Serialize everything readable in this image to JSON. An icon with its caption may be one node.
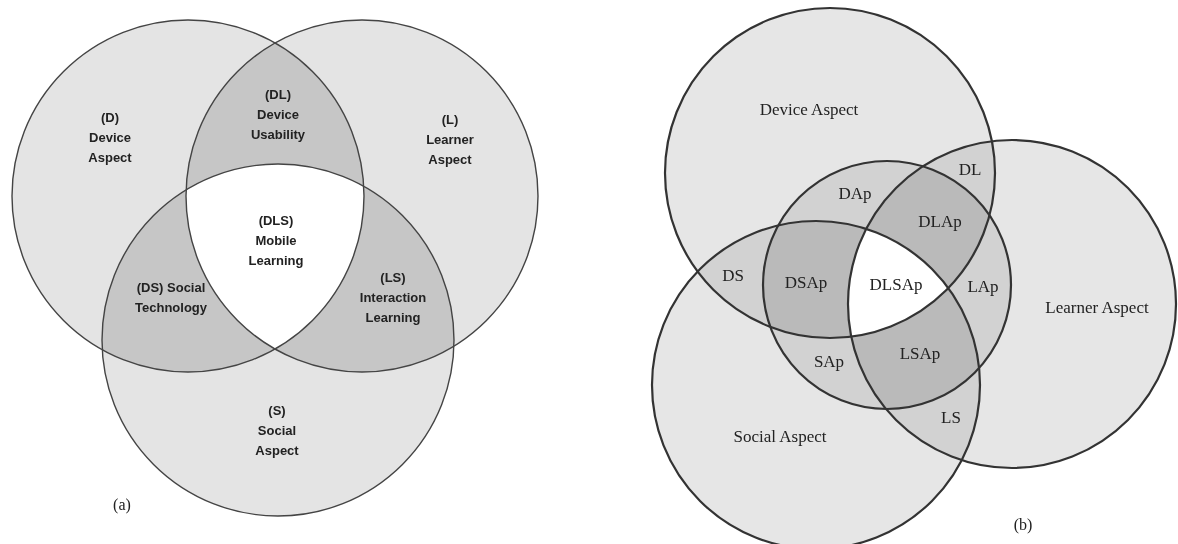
{
  "diagram": {
    "nodes": [
      {
        "text": [],
        "shape": "circle"
      },
      {
        "text": [],
        "shape": "circle"
      },
      {
        "text": [],
        "shape": "circle"
      },
      {
        "text": [],
        "shape": "circle"
      },
      {
        "text": [],
        "shape": "circle"
      },
      {
        "text": [],
        "shape": "circle"
      },
      {
        "text": [],
        "shape": "circle"
      }
    ],
    "edges": [],
    "labels": [
      "(DL) Device Usability",
      "(D) Device Aspect",
      "(L) Learner Aspect",
      "(DLS) Mobile Learning",
      "(DS) Social Technology",
      "(LS) Interaction Learning",
      "(S) Social Aspect",
      "(a)",
      "Device Aspect",
      "DL",
      "DAp",
      "DLAp",
      "DS",
      "DSAp",
      "DLSAp",
      "LAp",
      "Learner Aspect",
      "SAp",
      "LSAp",
      "LS",
      "Social Aspect",
      "(b)"
    ]
  }
}
